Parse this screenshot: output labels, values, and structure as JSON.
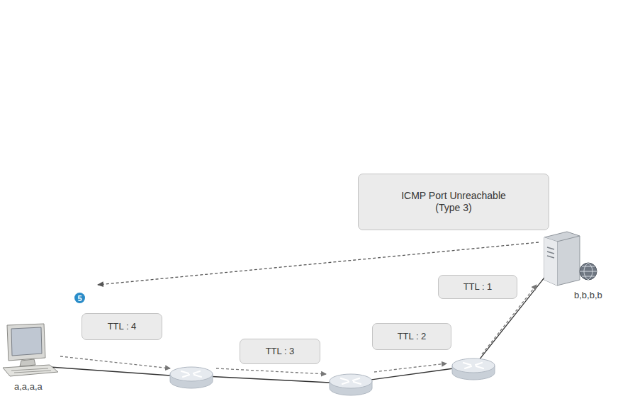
{
  "diagram": {
    "nodes": [
      {
        "text": [
          "ICMP Port Unreachable (Type 3)"
        ]
      },
      {
        "text": [
          "b,b,b,b"
        ]
      },
      {
        "text": [
          "TTL : 1"
        ]
      },
      {
        "text": [
          "TTL : 4"
        ]
      },
      {
        "text": [
          "TTL : 2"
        ]
      },
      {
        "text": [
          "TTL : 3"
        ]
      },
      {
        "text": [
          "a,a,a,a"
        ]
      }
    ],
    "edges": [
      {
        "from": 1,
        "to": 6,
        "arrow": "to"
      }
    ],
    "labels": [
      "5"
    ]
  }
}
